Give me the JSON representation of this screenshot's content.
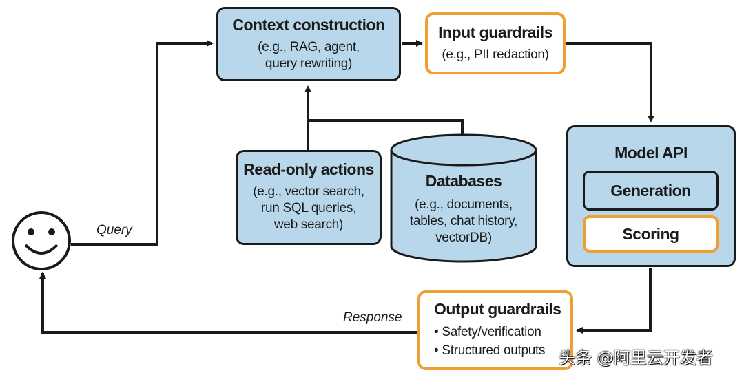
{
  "context": {
    "title": "Context construction",
    "desc": [
      "(e.g., RAG, agent,",
      "query rewriting)"
    ]
  },
  "input_guardrails": {
    "title": "Input guardrails",
    "desc": [
      "(e.g., PII redaction)"
    ]
  },
  "read_only": {
    "title": "Read-only actions",
    "desc": [
      "(e.g., vector search,",
      "run SQL queries,",
      "web search)"
    ]
  },
  "databases": {
    "title": "Databases",
    "desc": [
      "(e.g., documents,",
      "tables, chat history,",
      "vectorDB)"
    ]
  },
  "model_api": {
    "title": "Model API",
    "generation": "Generation",
    "scoring": "Scoring"
  },
  "output_guardrails": {
    "title": "Output guardrails",
    "items": [
      "Safety/verification",
      "Structured outputs"
    ]
  },
  "labels": {
    "query": "Query",
    "response": "Response"
  },
  "watermark": "头条 @阿里云开发者",
  "colors": {
    "box_fill": "#b9d7ea",
    "guardrail_border": "#f0a030",
    "line": "#1a1a1a"
  }
}
